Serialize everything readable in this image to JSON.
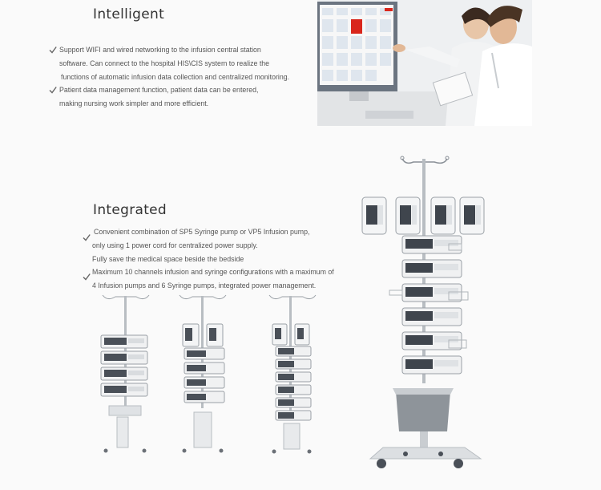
{
  "sections": {
    "intelligent": {
      "title": "Intelligent",
      "bullets": [
        {
          "lines": [
            "Support WIFI and wired networking to the infusion central station",
            "software. Can connect to the hospital HIS\\CIS system to realize the",
            "functions of automatic infusion data collection and centralized monitoring."
          ]
        },
        {
          "lines": [
            "Patient data management function, patient data can be entered,",
            "making nursing work simpler and more efficient."
          ]
        }
      ]
    },
    "integrated": {
      "title": "Integrated",
      "bullets": [
        {
          "lines": [
            "Convenient combination of SP5 Syringe pump or VP5 Infusion pump,",
            "only using 1 power cord for centralized power supply.",
            "Fully save the medical space beside the bedside"
          ]
        },
        {
          "lines": [
            "Maximum 10 channels infusion and syringe configurations with a maximum of",
            "4 Infusion pumps and 6 Syringe pumps, integrated power management."
          ]
        }
      ]
    }
  },
  "icons": {
    "bullet_check": "check-icon",
    "photo": "doctors-touchscreen-photo",
    "stands": "infusion-workstation-illustration"
  },
  "colors": {
    "heading": "#333333",
    "body": "#555555",
    "accent_red": "#d9261c"
  }
}
